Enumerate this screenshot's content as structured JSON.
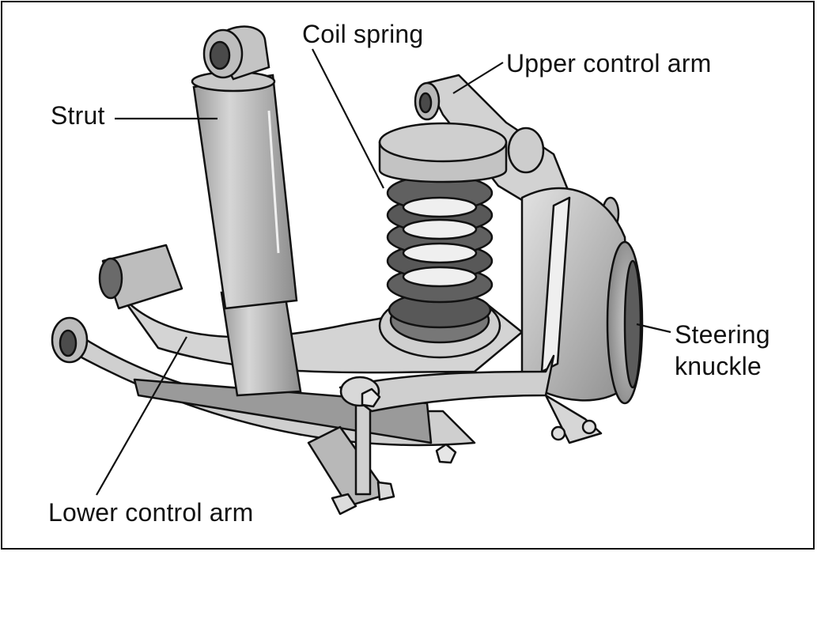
{
  "labels": {
    "strut": "Strut",
    "coil_spring": "Coil spring",
    "upper_control_arm": "Upper control arm",
    "steering_knuckle_line1": "Steering",
    "steering_knuckle_line2": "knuckle",
    "lower_control_arm": "Lower control arm"
  },
  "colors": {
    "outline": "#111111",
    "light_gray": "#d9d9d9",
    "mid_gray": "#a8a8a8",
    "dark_gray": "#5a5a5a",
    "background": "#ffffff"
  }
}
